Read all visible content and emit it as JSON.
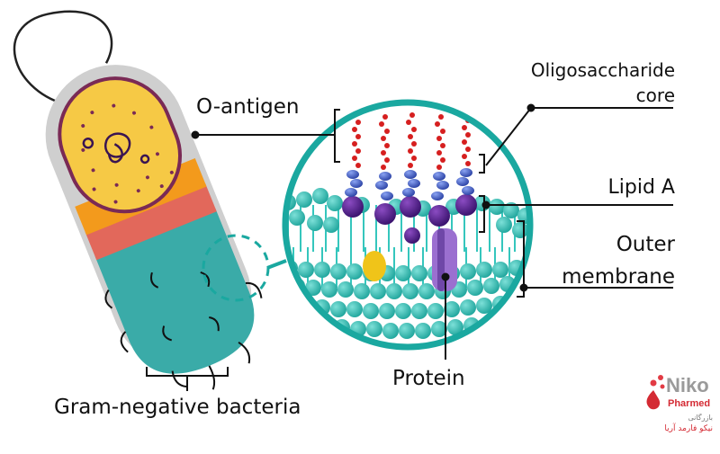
{
  "labels": {
    "o_antigen": "O-antigen",
    "oligosaccharide_line1": "Oligosaccharide",
    "oligosaccharide_line2": "core",
    "lipid_a": "Lipid A",
    "outer_line1": "Outer",
    "outer_line2": "membrane",
    "protein": "Protein",
    "bacteria": "Gram-negative bacteria"
  },
  "logo": {
    "name": "Niko",
    "subname": "Pharmed",
    "tagline": "بازرگانی",
    "persian": "نیکو فارمد آریا"
  },
  "colors": {
    "teal": "#1aa8a0",
    "bilayer_head": "#35c6bd",
    "purple": "#5b2a8c",
    "blue_sugar": "#4a63c9",
    "red_chain": "#d61f1f",
    "capsule_gray": "#c9c9c9",
    "cytoplasm": "#f6c945",
    "orange_wall": "#f39a1c",
    "salmon_wall": "#e2685b",
    "teal_body": "#3aaba8",
    "protein_purple": "#9b6fd0",
    "protein_yellow": "#f0c419"
  }
}
